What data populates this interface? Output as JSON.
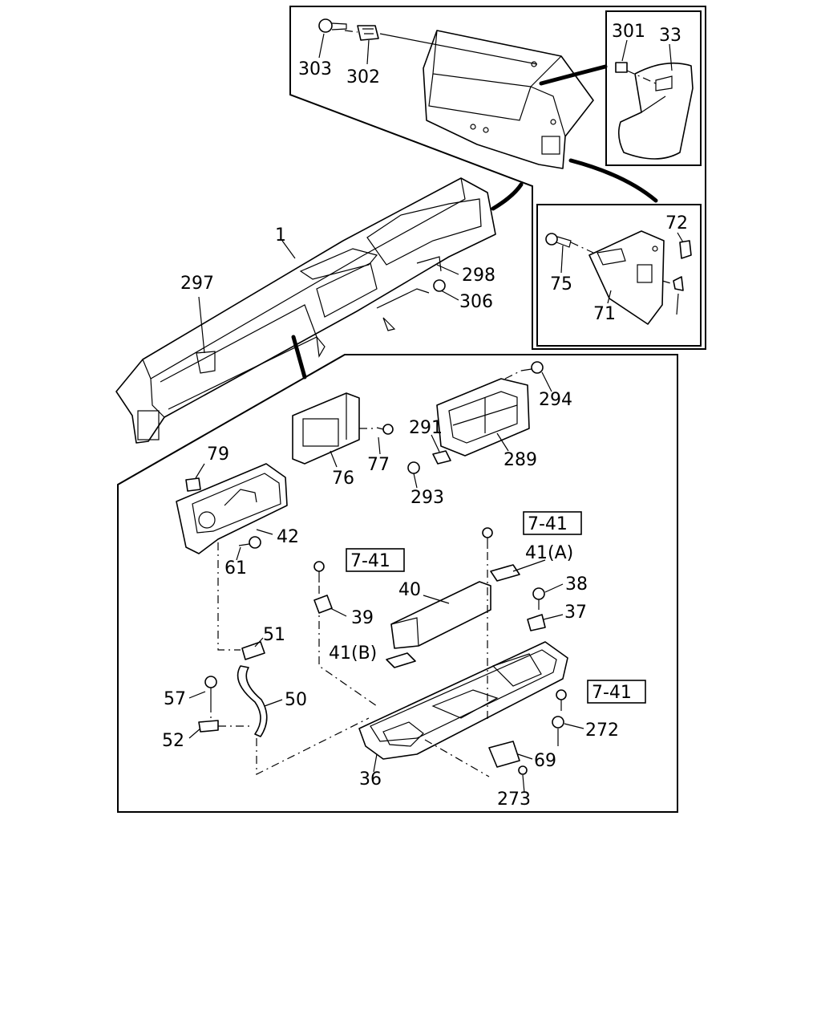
{
  "callouts": {
    "c1": "1",
    "c33": "33",
    "c36": "36",
    "c37": "37",
    "c38": "38",
    "c39": "39",
    "c40": "40",
    "c41a": "41(A)",
    "c41b": "41(B)",
    "c42": "42",
    "c50": "50",
    "c51": "51",
    "c52": "52",
    "c57": "57",
    "c61": "61",
    "c69": "69",
    "c71": "71",
    "c72": "72",
    "c75": "75",
    "c76": "76",
    "c77": "77",
    "c79": "79",
    "c272": "272",
    "c273": "273",
    "c289": "289",
    "c291": "291",
    "c293": "293",
    "c294": "294",
    "c297": "297",
    "c298": "298",
    "c301": "301",
    "c302": "302",
    "c303": "303",
    "c306": "306"
  },
  "references": {
    "ref_a": "7-41",
    "ref_b": "7-41",
    "ref_c": "7-41"
  }
}
